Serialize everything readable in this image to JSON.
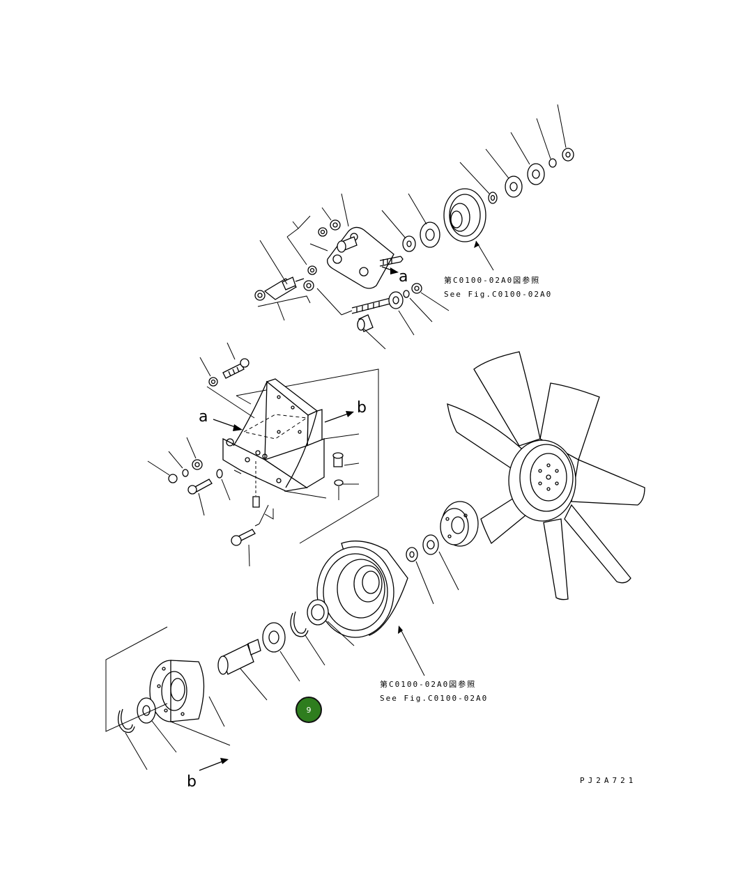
{
  "references": [
    {
      "jp": "第C0100-02A0図参照",
      "en": "See Fig.C0100-02A0"
    },
    {
      "jp": "第C0100-02A0図参照",
      "en": "See Fig.C0100-02A0"
    }
  ],
  "view_letters": {
    "a_upper": "a",
    "a_lower": "a",
    "b_upper": "b",
    "b_lower": "b"
  },
  "drawing_code": "PJ2A721",
  "hotspot": {
    "label": "9",
    "color": "#2e7d1e"
  }
}
